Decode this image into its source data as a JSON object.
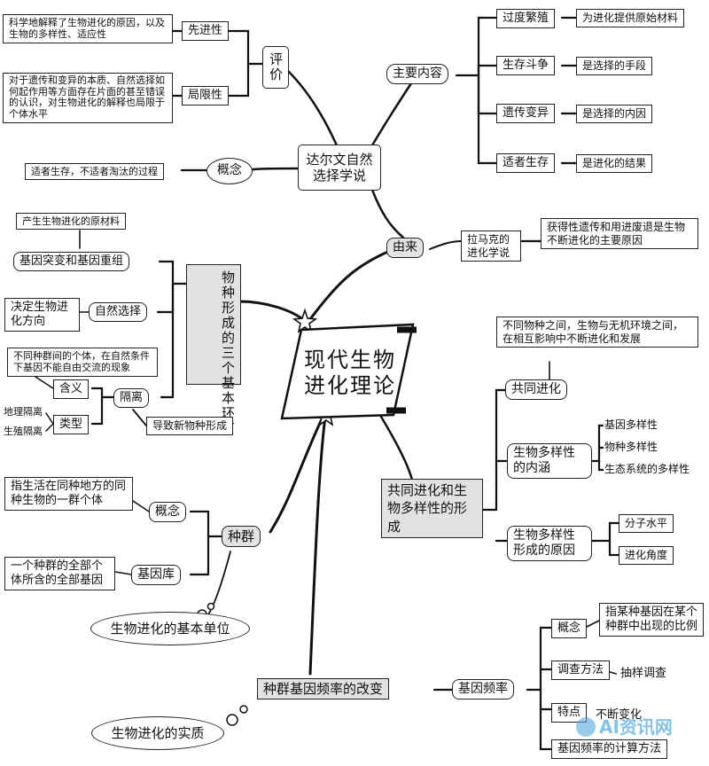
{
  "center": {
    "line1": "现代生物",
    "line2": "进化理论"
  },
  "darwin": {
    "title": "达尔文自然选择学说",
    "evaluation": "评价",
    "advanced": "先进性",
    "advanced_desc": "科学地解释了生物进化的原因，以及生物的多样性、适应性",
    "limitation": "局限性",
    "limitation_desc": "对于遗传和变异的本质、自然选择如何起作用等方面存在片面的甚至错误的认识，对生物进化的解释也局限于个体水平",
    "concept": "概念",
    "concept_desc": "适者生存，不适者淘汰的过程",
    "main_content": "主要内容",
    "items": [
      {
        "label": "过度繁殖",
        "desc": "为进化提供原始材料"
      },
      {
        "label": "生存斗争",
        "desc": "是选择的手段"
      },
      {
        "label": "遗传变异",
        "desc": "是选择的内因"
      },
      {
        "label": "适者生存",
        "desc": "是进化的结果"
      }
    ]
  },
  "origin": {
    "label": "由来",
    "lamarck": "拉马克的进化学说",
    "lamarck_desc": "获得性遗传和用进废退是生物不断进化的主要原因"
  },
  "speciation": {
    "title": "物种形成的三个基本环节",
    "mutation": "基因突变和基因重组",
    "mutation_desc": "产生生物进化的原材料",
    "selection": "自然选择",
    "selection_desc": "决定生物进化方向",
    "isolation": "隔离",
    "meaning": "含义",
    "meaning_desc": "不同种群间的个体，在自然条件下基因不能自由交流的现象",
    "types": "类型",
    "geo": "地理隔离",
    "repro": "生殖隔离",
    "result": "导致新物种形成"
  },
  "coevolution": {
    "title": "共同进化和生物多样性的形成",
    "co": "共同进化",
    "co_desc": "不同物种之间，生物与无机环境之间，在相互影响中不断进化和发展",
    "diversity_content": "生物多样性的内涵",
    "diversity_items": [
      "基因多样性",
      "物种多样性",
      "生态系统的多样性"
    ],
    "diversity_reason": "生物多样性形成的原因",
    "reason_items": [
      "分子水平",
      "进化角度"
    ]
  },
  "population": {
    "title": "种群",
    "concept": "概念",
    "concept_desc": "指生活在同种地方的同种生物的一群个体",
    "pool": "基因库",
    "pool_desc": "一个种群的全部个体所含的全部基因",
    "unit": "生物进化的基本单位"
  },
  "frequency": {
    "title": "种群基因频率的改变",
    "gene_freq": "基因频率",
    "essence": "生物进化的实质",
    "concept": "概念",
    "concept_desc": "指某种基因在某个种群中出现的比例",
    "survey": "调查方法",
    "survey_desc": "抽样调查",
    "feature": "特点",
    "feature_desc": "不断变化",
    "calc": "基因频率的计算方法"
  },
  "watermark": "AI资讯网"
}
